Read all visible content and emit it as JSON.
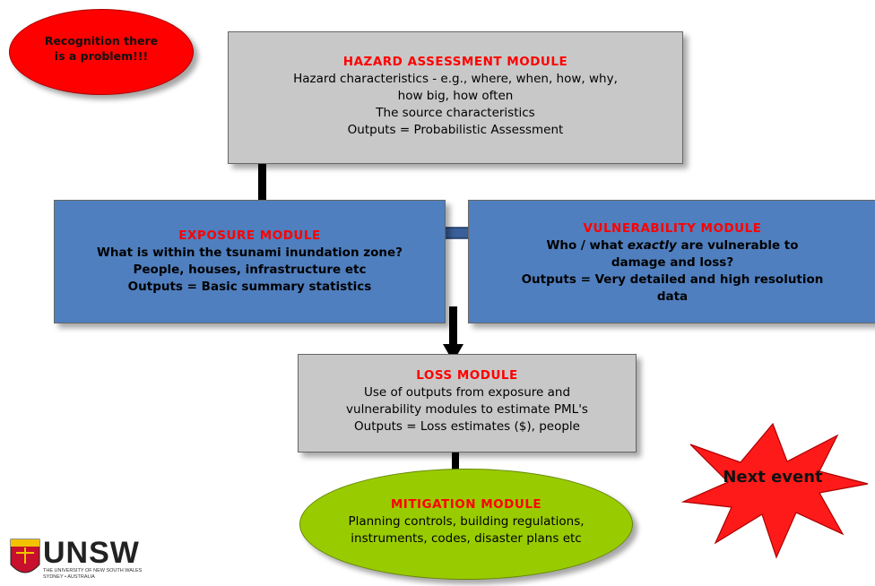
{
  "recognition": {
    "line1": "Recognition there",
    "line2": "is a problem!!!"
  },
  "hazard": {
    "title": "Hazard Assessment Module",
    "lines": [
      "Hazard characteristics - e.g., where, when, how, why,",
      "how big, how often",
      "The source characteristics",
      "Outputs = Probabilistic Assessment"
    ]
  },
  "exposure": {
    "title": "Exposure Module",
    "lines": [
      "What is within the tsunami inundation zone?",
      "People, houses, infrastructure etc",
      "Outputs = Basic summary statistics"
    ]
  },
  "vulnerability": {
    "title": "Vulnerability Module",
    "line1_pre": "Who / what ",
    "line1_em": "exactly",
    "line1_post": " are vulnerable to",
    "lines": [
      "damage and loss?",
      "Outputs = Very detailed and high resolution",
      "data"
    ]
  },
  "loss": {
    "title": "Loss Module",
    "lines": [
      "Use of outputs from exposure and",
      "vulnerability modules to estimate PML's",
      "Outputs = Loss estimates ($), people"
    ]
  },
  "mitigation": {
    "title": "Mitigation Module",
    "lines": [
      "Planning controls, building regulations,",
      "instruments, codes, disaster plans etc"
    ]
  },
  "next_event": "Next event",
  "logo": {
    "word": "UNSW",
    "tagline1": "THE UNIVERSITY OF NEW SOUTH WALES",
    "tagline2": "SYDNEY • AUSTRALIA"
  },
  "colors": {
    "grey_box": "#c8c8c8",
    "blue_box": "#4f7fbf",
    "green_ellipse": "#99cc00",
    "red_ellipse": "#ff0000",
    "title_red": "#ff0000",
    "star_red": "#ff1a1a"
  }
}
